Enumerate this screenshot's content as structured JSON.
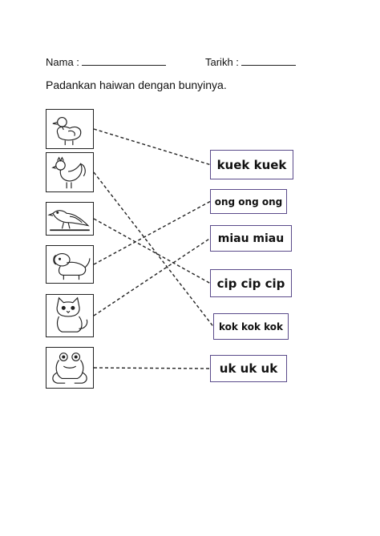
{
  "worksheet": {
    "name_label": "Nama :",
    "date_label": "Tarikh :",
    "instruction": "Padankan haiwan dengan bunyinya.",
    "animals": [
      {
        "icon": "duck-icon"
      },
      {
        "icon": "rooster-icon"
      },
      {
        "icon": "bird-icon"
      },
      {
        "icon": "dog-icon"
      },
      {
        "icon": "cat-icon"
      },
      {
        "icon": "frog-icon"
      }
    ],
    "sounds": [
      {
        "label": "kuek kuek"
      },
      {
        "label": "ong ong ong"
      },
      {
        "label": "miau miau"
      },
      {
        "label": "cip cip cip"
      },
      {
        "label": "kok kok kok"
      },
      {
        "label": "uk uk uk"
      }
    ],
    "matches": [
      [
        0,
        0
      ],
      [
        1,
        4
      ],
      [
        2,
        3
      ],
      [
        3,
        1
      ],
      [
        4,
        2
      ],
      [
        5,
        5
      ]
    ]
  }
}
